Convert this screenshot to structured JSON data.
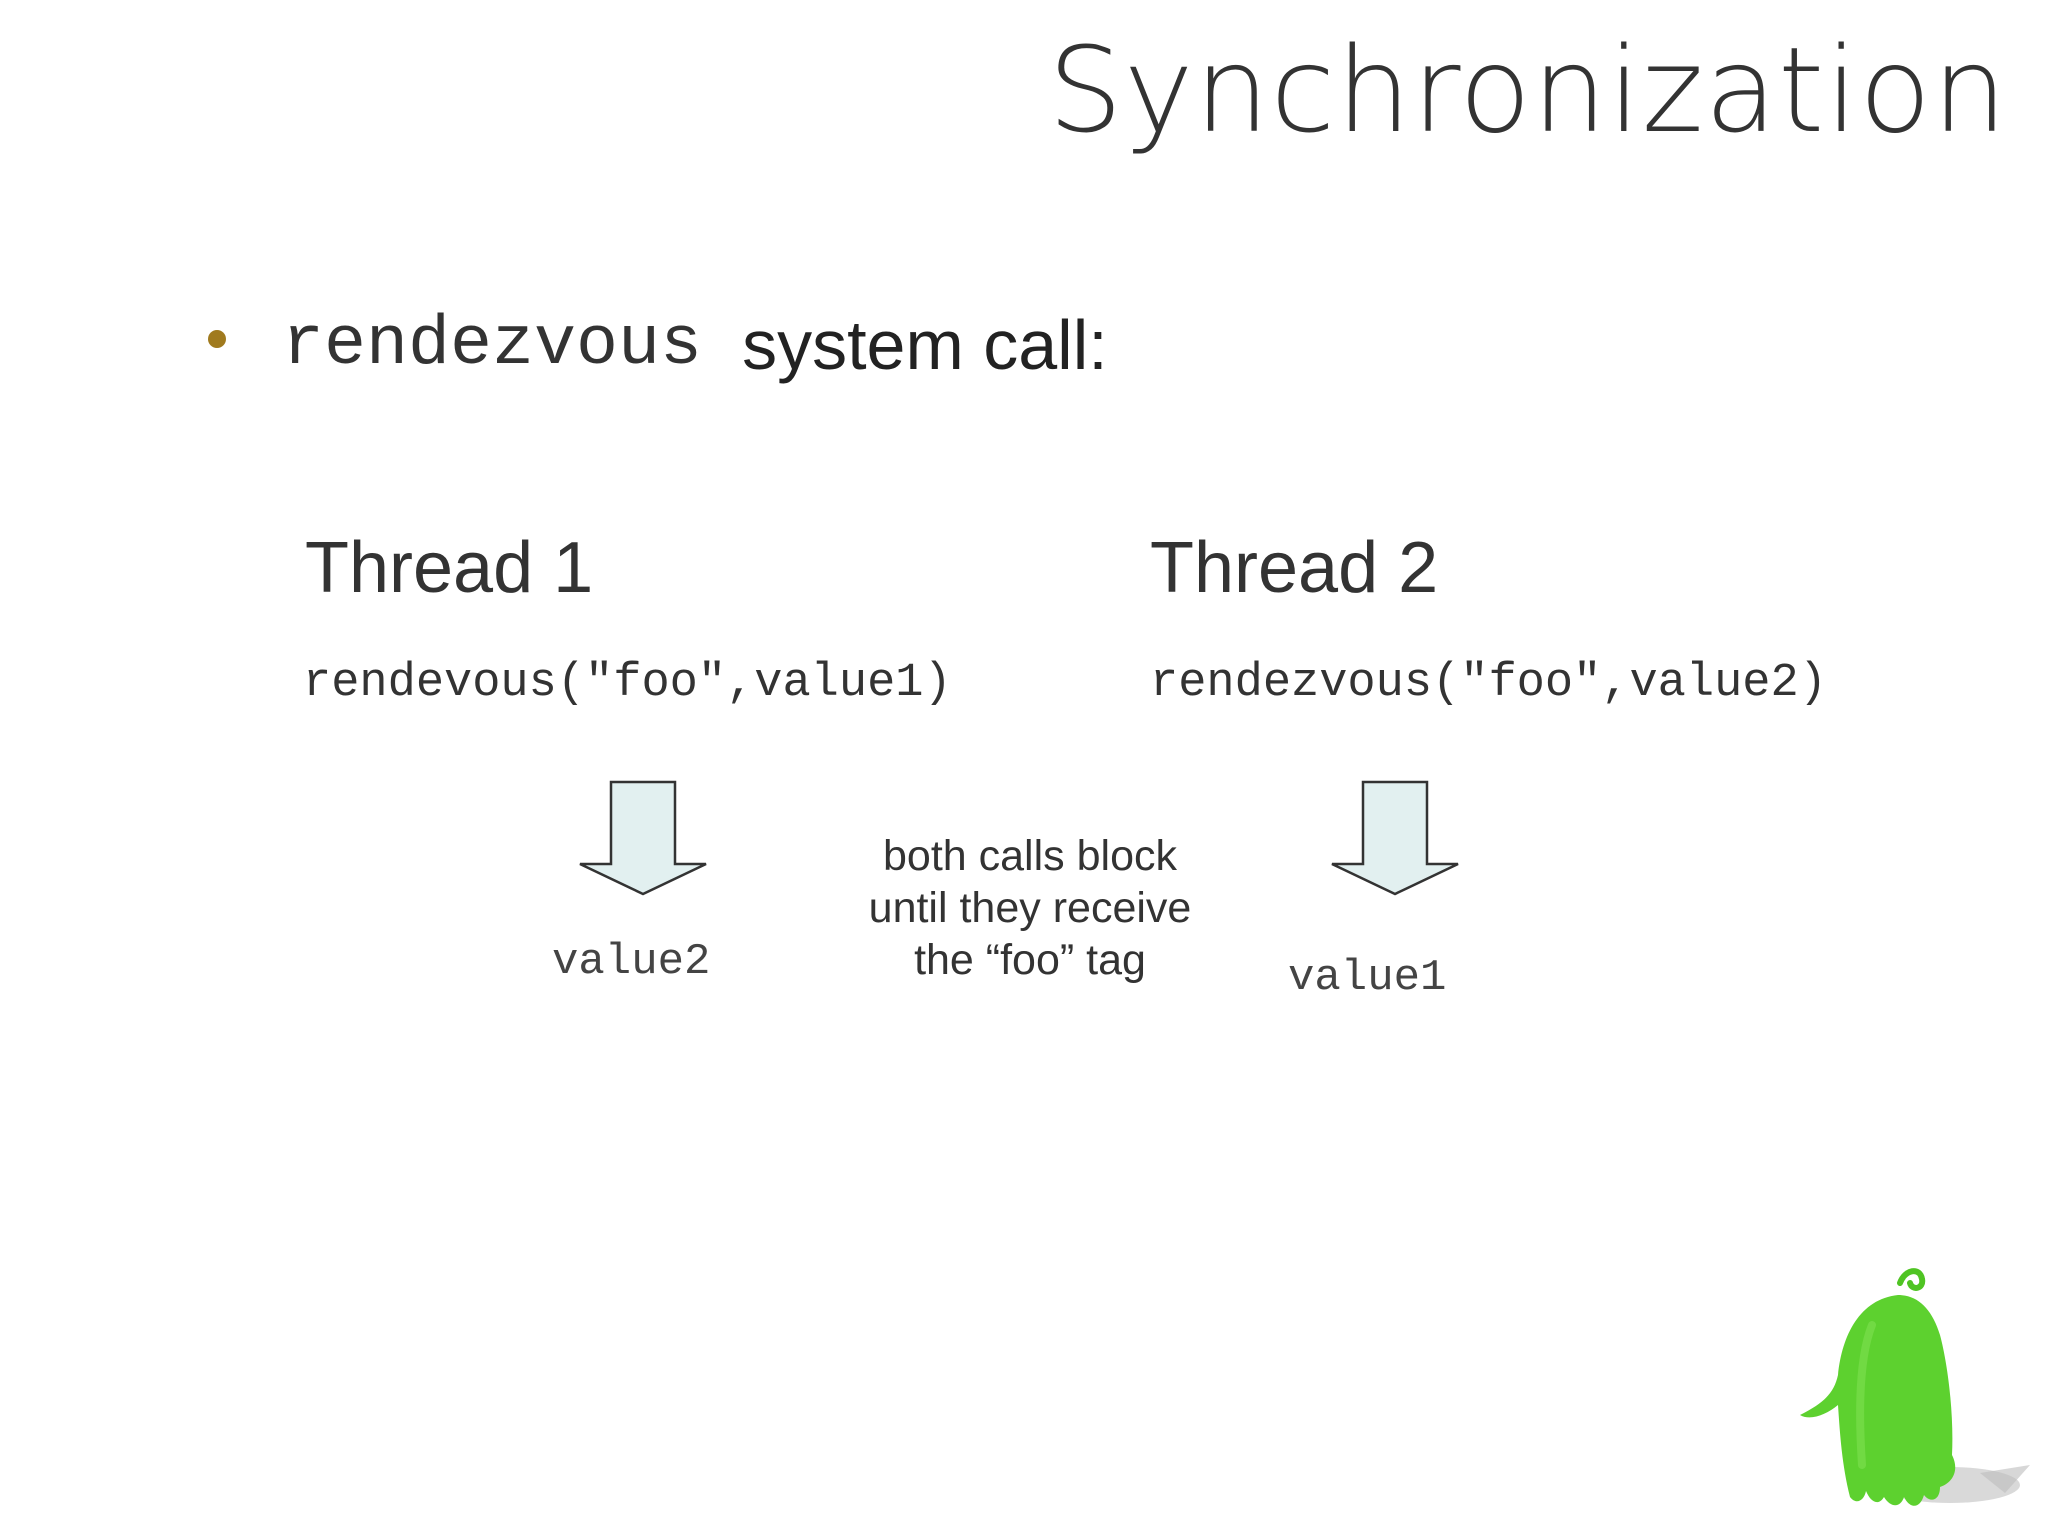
{
  "slide": {
    "title": "Synchronization",
    "bullet": {
      "code": "rendezvous",
      "text": "system call:"
    },
    "threads": [
      {
        "heading": "Thread 1",
        "call": "rendevous(\"foo\",value1)",
        "result": "value2"
      },
      {
        "heading": "Thread 2",
        "call": "rendezvous(\"foo\",value2)",
        "result": "value1"
      }
    ],
    "note_lines": [
      "both calls block",
      "until they receive",
      "the “foo” tag"
    ]
  },
  "colors": {
    "bullet": "#a07a1e",
    "arrow_fill": "#e2f0f0",
    "arrow_stroke": "#333333",
    "mascot": "#5dd12f"
  },
  "icons": {
    "arrows": "down-arrow-icon",
    "mascot": "green-mascot-icon"
  }
}
